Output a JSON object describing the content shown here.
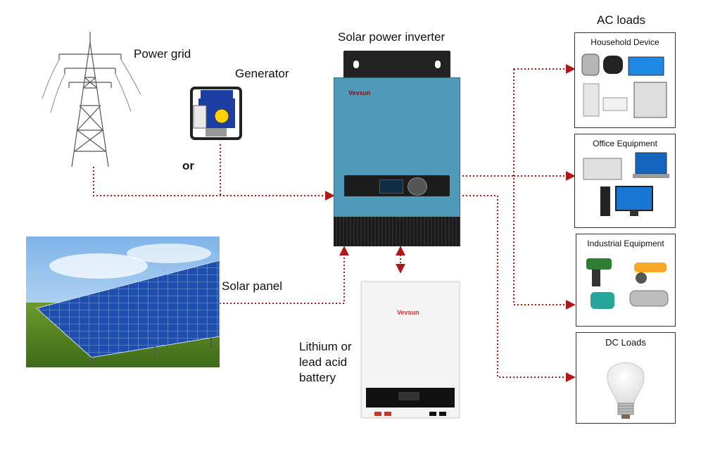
{
  "labels": {
    "ac_loads": "AC loads",
    "inverter": "Solar power inverter",
    "power_grid": "Power grid",
    "generator": "Generator",
    "or": "or",
    "solar_panel": "Solar panel",
    "battery_lines": [
      "Lithium or",
      "lead acid",
      "battery"
    ]
  },
  "boxes": {
    "household": "Household Device",
    "office": "Office Equipment",
    "industrial": "Industrial Equipment",
    "dc": "DC Loads"
  },
  "brand": {
    "inverter_logo": "Vevsun",
    "battery_logo": "Vevsun"
  },
  "colors": {
    "connector": "#b01818",
    "inverter_body": "#4f9ab8",
    "inverter_base": "#1a1a1a",
    "battery_body": "#f4f4f4",
    "brand_red": "#c0392b"
  }
}
